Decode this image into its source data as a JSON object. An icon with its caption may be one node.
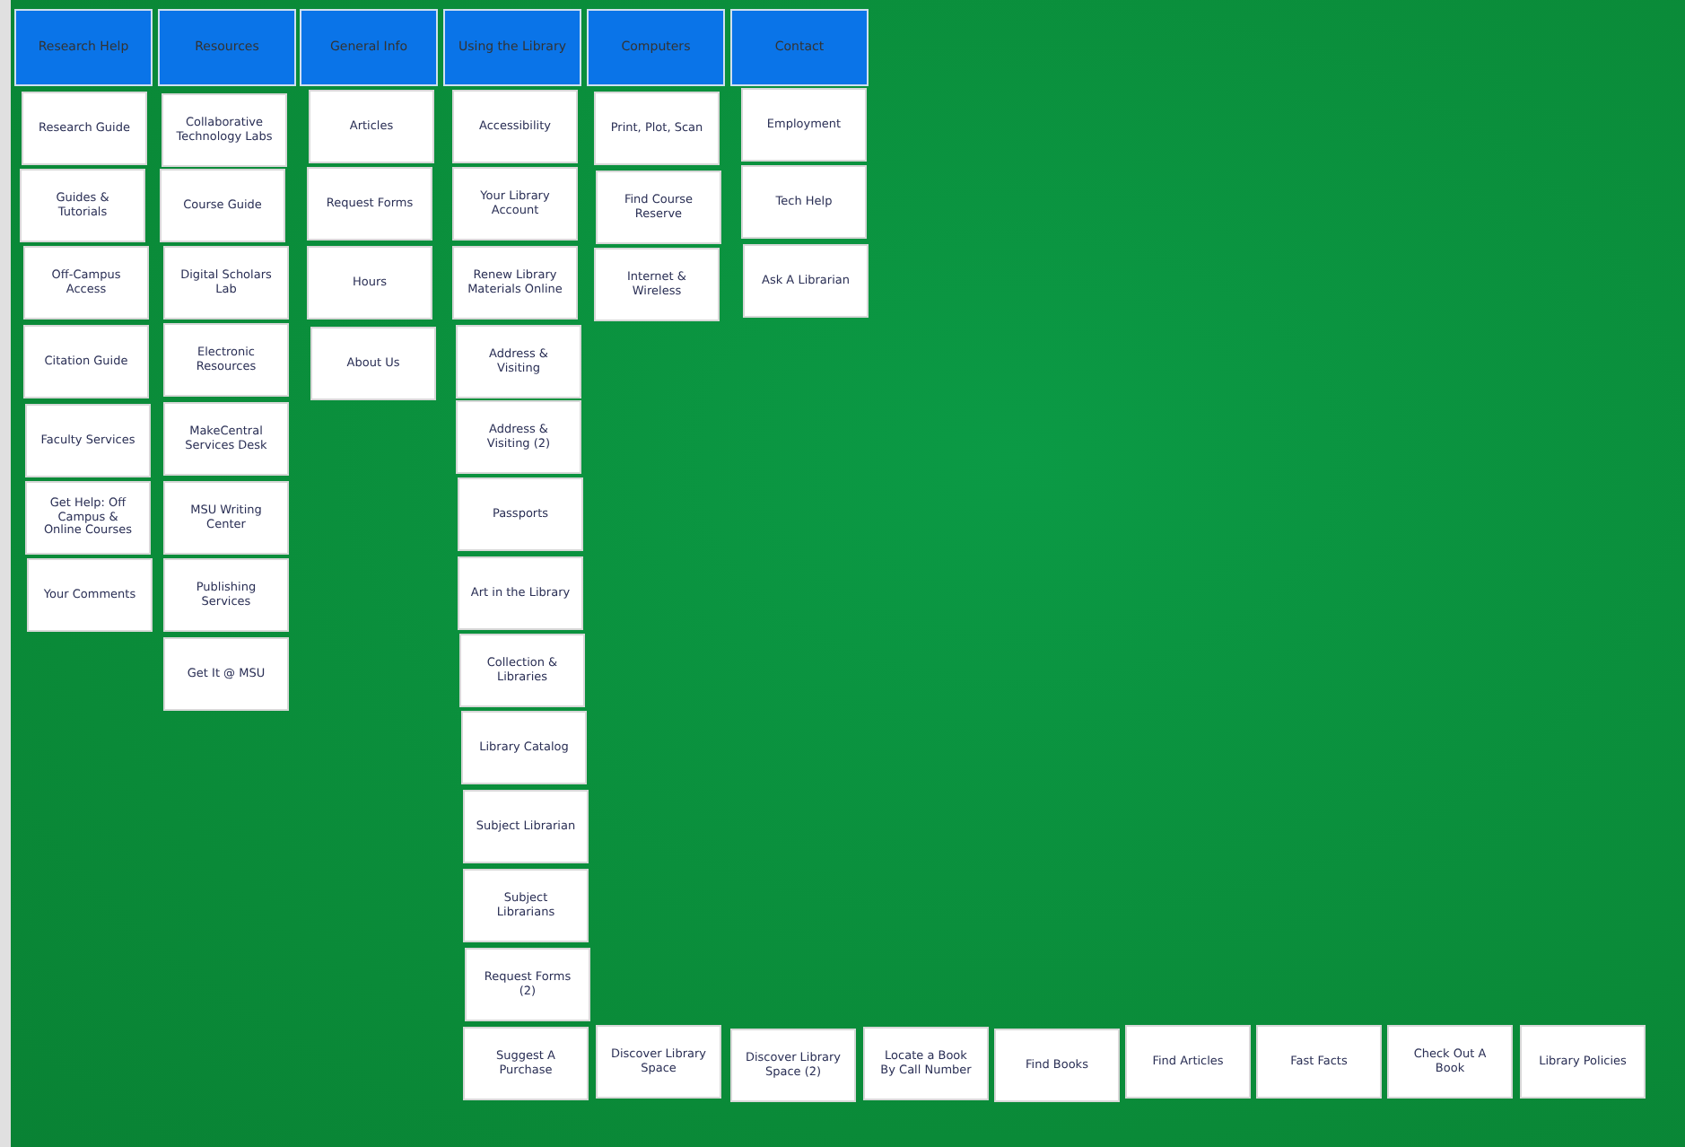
{
  "diagram": {
    "nodes": [
      {
        "text": [
          "Research Help"
        ]
      },
      {
        "text": [
          "Resources"
        ]
      },
      {
        "text": [
          "General Info"
        ]
      },
      {
        "text": [
          "Using the Library"
        ]
      },
      {
        "text": [
          "Computers"
        ]
      },
      {
        "text": [
          "Contact"
        ]
      },
      {
        "text": [
          "Research Guide"
        ]
      },
      {
        "text": [
          "Guides & Tutorials"
        ]
      },
      {
        "text": [
          "Off-Campus Access"
        ]
      },
      {
        "text": [
          "Citation Guide"
        ]
      },
      {
        "text": [
          "Faculty Services"
        ]
      },
      {
        "text": [
          "Get Help: Off Campus & Online Courses"
        ]
      },
      {
        "text": [
          "Your Comments"
        ]
      },
      {
        "text": [
          "Collaborative Technology Labs"
        ]
      },
      {
        "text": [
          "Course Guide"
        ]
      },
      {
        "text": [
          "Digital Scholars Lab"
        ]
      },
      {
        "text": [
          "Electronic Resources"
        ]
      },
      {
        "text": [
          "MakeCentral Services Desk"
        ]
      },
      {
        "text": [
          "MSU Writing Center"
        ]
      },
      {
        "text": [
          "Publishing Services"
        ]
      },
      {
        "text": [
          "Get It @ MSU"
        ]
      },
      {
        "text": [
          "Articles"
        ]
      },
      {
        "text": [
          "Request Forms"
        ]
      },
      {
        "text": [
          "Hours"
        ]
      },
      {
        "text": [
          "About Us"
        ]
      },
      {
        "text": [
          "Accessibility"
        ]
      },
      {
        "text": [
          "Your Library Account"
        ]
      },
      {
        "text": [
          "Renew Library Materials Online"
        ]
      },
      {
        "text": [
          "Address & Visiting"
        ]
      },
      {
        "text": [
          "Address & Visiting (2)"
        ]
      },
      {
        "text": [
          "Passports"
        ]
      },
      {
        "text": [
          "Art in the Library"
        ]
      },
      {
        "text": [
          "Collection & Libraries"
        ]
      },
      {
        "text": [
          "Library Catalog"
        ]
      },
      {
        "text": [
          "Subject Librarian"
        ]
      },
      {
        "text": [
          "Subject Librarians"
        ]
      },
      {
        "text": [
          "Request Forms (2)"
        ]
      },
      {
        "text": [
          "Suggest A Purchase"
        ]
      },
      {
        "text": [
          "Print, Plot, Scan"
        ]
      },
      {
        "text": [
          "Find Course Reserve"
        ]
      },
      {
        "text": [
          "Internet & Wireless"
        ]
      },
      {
        "text": [
          "Employment"
        ]
      },
      {
        "text": [
          "Tech Help"
        ]
      },
      {
        "text": [
          "Ask A Librarian"
        ]
      },
      {
        "text": [
          "Discover Library Space"
        ]
      },
      {
        "text": [
          "Discover Library Space (2)"
        ]
      },
      {
        "text": [
          "Locate a Book By Call Number"
        ]
      },
      {
        "text": [
          "Find Books"
        ]
      },
      {
        "text": [
          "Find Articles"
        ]
      },
      {
        "text": [
          "Fast Facts"
        ]
      },
      {
        "text": [
          "Check Out A Book"
        ]
      },
      {
        "text": [
          "Library Policies"
        ]
      }
    ]
  }
}
